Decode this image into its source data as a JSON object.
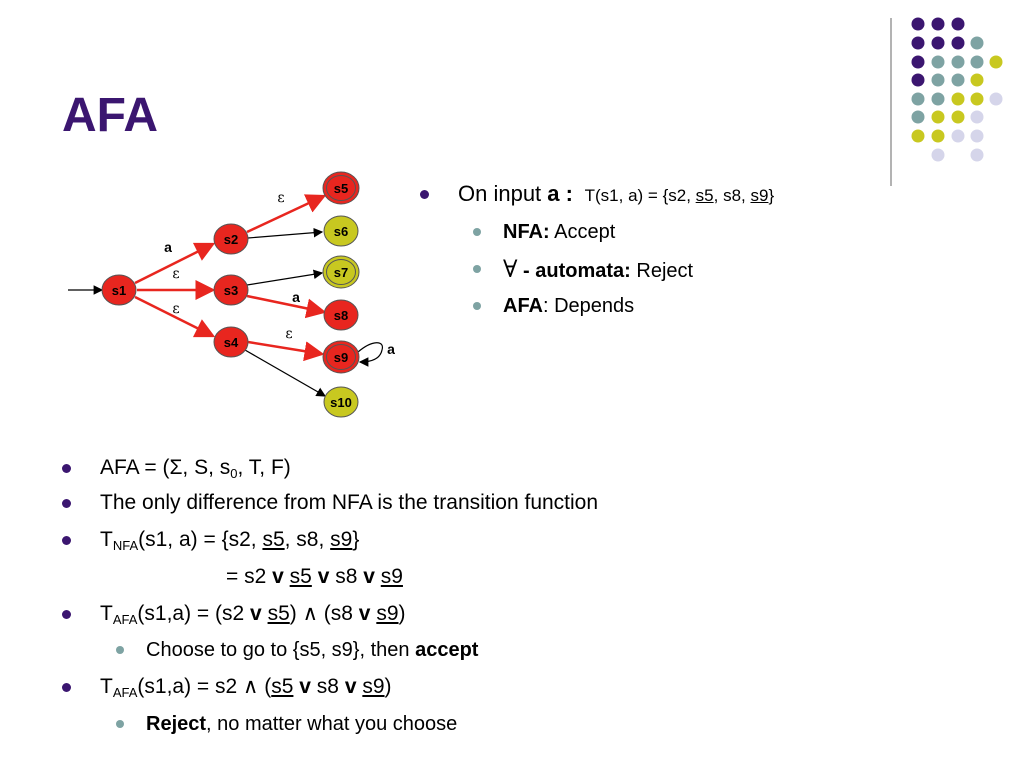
{
  "slide": {
    "title": "AFA"
  },
  "colors": {
    "title": "#3b1670",
    "purple": "#3b1670",
    "teal": "#7ea3a3",
    "olive": "#c8c820",
    "lavender": "#d5d5ea",
    "node_red": "#e8261f",
    "node_yellow": "#c8c820",
    "edge_red": "#e8261f"
  },
  "diagram": {
    "nodes": [
      "s1",
      "s2",
      "s3",
      "s4",
      "s5",
      "s6",
      "s7",
      "s8",
      "s9",
      "s10"
    ],
    "edge_labels": {
      "s1_s2": "a",
      "s1_s3": "ε",
      "s1_s4": "ε",
      "s2_s5": "ε",
      "s3_s8": "a",
      "s4_s9": "ε",
      "s9_loop": "a"
    }
  },
  "right_panel": {
    "on_input_prefix": "On input ",
    "on_input_symbol": "a :",
    "t_expr_a": "T(s1, a) = {s2, ",
    "t_s5": "s5",
    "t_mid": ", s8, ",
    "t_s9": "s9",
    "t_end": "}",
    "nfa_label": "NFA:",
    "nfa_value": " Accept",
    "forall_symbol": "∀",
    "forall_label": "- automata:",
    "forall_value": " Reject",
    "afa_label": "AFA",
    "afa_value": ": Depends"
  },
  "bottom": {
    "line1": "AFA = (Σ, S, s",
    "line1_sub": "0",
    "line1_end": ", T, F)",
    "line2": "The only difference from NFA is the transition function",
    "line3_t": "T",
    "line3_sub": "NFA",
    "line3_a": "(s1, a) = {s2, ",
    "line3_s5": "s5",
    "line3_b": ", s8, ",
    "line3_s9": "s9",
    "line3_c": "}",
    "line4_a": "= s2 ",
    "line4_v1": "v",
    "line4_s5": "s5",
    "line4_v2": "v",
    "line4_b": " s8 ",
    "line4_v3": "v",
    "line4_s9": "s9",
    "line5_t": "T",
    "line5_sub": "AFA",
    "line5_a": "(s1,a) = (s2 ",
    "line5_v1": "v",
    "line5_s5": "s5",
    "line5_b": ") ∧ (s8 ",
    "line5_v2": "v",
    "line5_s9": "s9",
    "line5_c": ")",
    "line6_a": "Choose to go to {s5, s9}, then ",
    "line6_bold": "accept",
    "line7_t": "T",
    "line7_sub": "AFA",
    "line7_a": "(s1,a) = s2 ∧ (",
    "line7_s5": "s5",
    "line7_v1": "v",
    "line7_b": " s8 ",
    "line7_v2": "v",
    "line7_s9": "s9",
    "line7_c": ")",
    "line8_bold": "Reject",
    "line8_a": ", no matter what you choose"
  }
}
